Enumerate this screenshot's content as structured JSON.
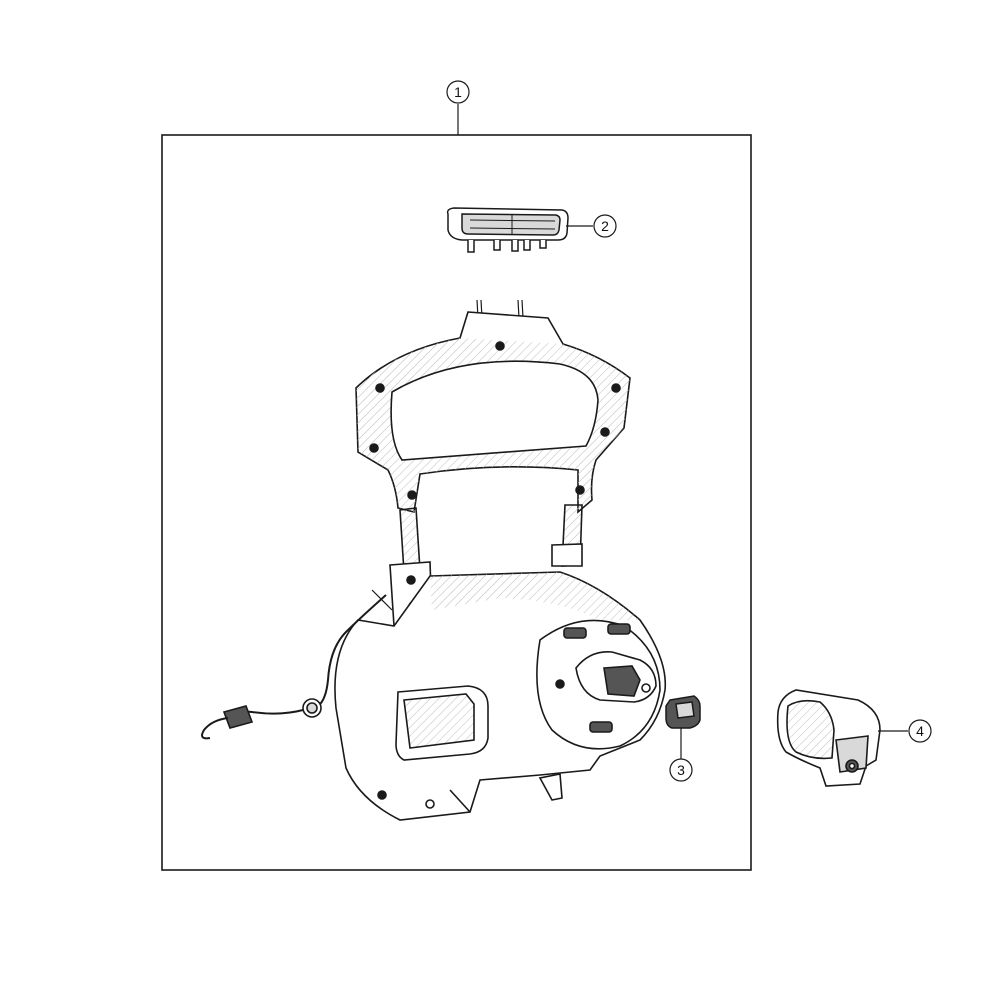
{
  "callouts": [
    {
      "label": "1",
      "part": "housing-assembly"
    },
    {
      "label": "2",
      "part": "upper-module"
    },
    {
      "label": "3",
      "part": "small-connector"
    },
    {
      "label": "4",
      "part": "side-module"
    }
  ],
  "colors": {
    "line": "#1a1a1a",
    "shade": "#d9d9d9",
    "dark": "#555555",
    "background": "#ffffff"
  }
}
